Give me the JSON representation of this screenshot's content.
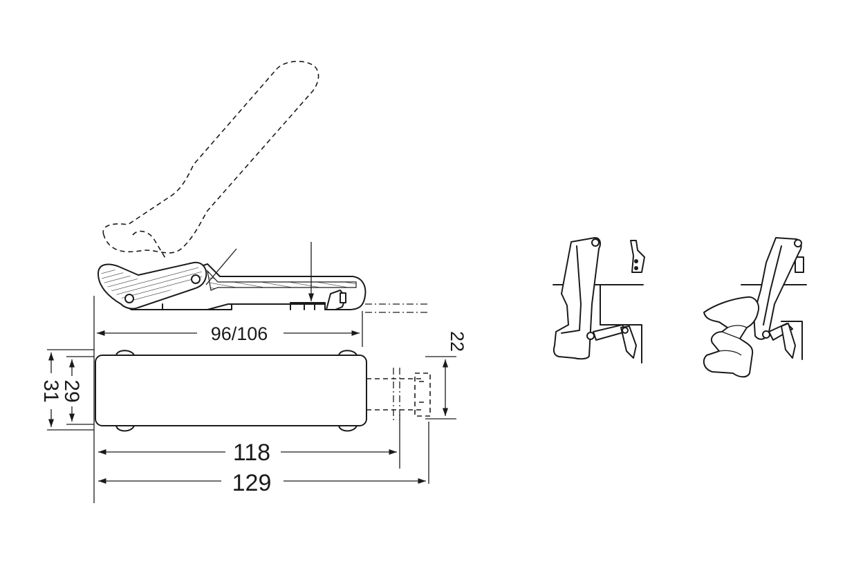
{
  "dimensions": {
    "top_length": "96/106",
    "height_right": "22",
    "width_inner": "29",
    "width_outer": "31",
    "length_body": "118",
    "length_total": "129"
  },
  "illustrations": {
    "left": "latch-closed",
    "right": "hand-opening-latch"
  }
}
